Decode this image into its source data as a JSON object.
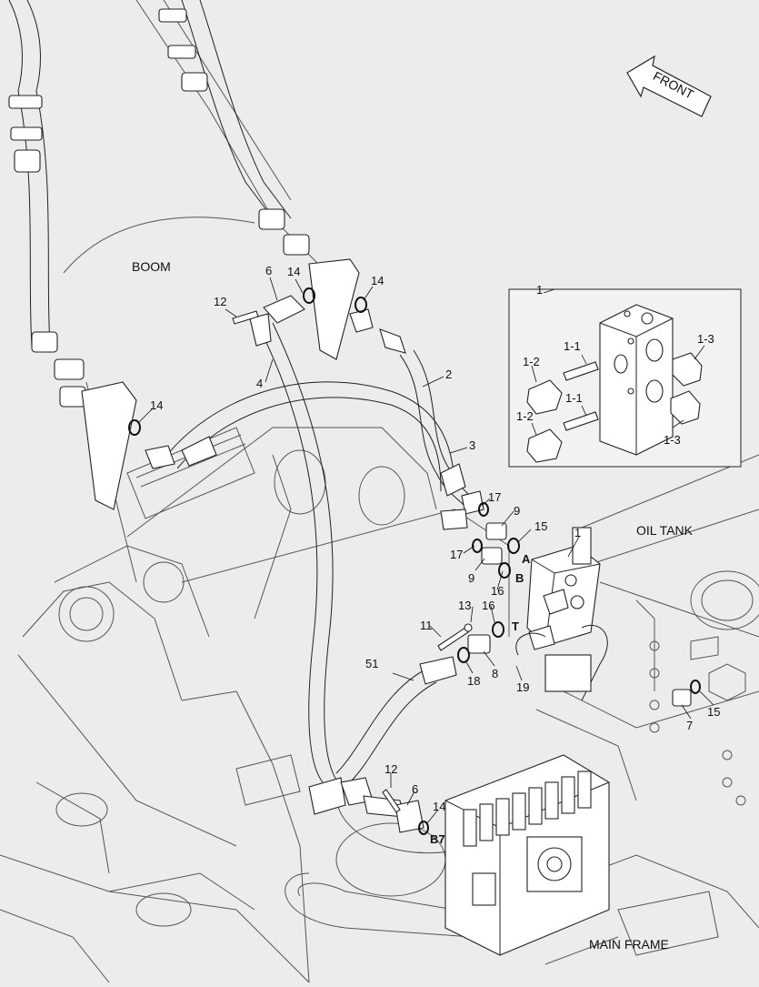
{
  "labels": {
    "boom": "BOOM",
    "oil_tank": "OIL TANK",
    "main_frame": "MAIN FRAME",
    "front": "FRONT"
  },
  "callouts": [
    {
      "id": "c1",
      "text": "1"
    },
    {
      "id": "c1b",
      "text": "1"
    },
    {
      "id": "c1_1a",
      "text": "1-1"
    },
    {
      "id": "c1_1b",
      "text": "1-1"
    },
    {
      "id": "c1_2a",
      "text": "1-2"
    },
    {
      "id": "c1_2b",
      "text": "1-2"
    },
    {
      "id": "c1_3a",
      "text": "1-3"
    },
    {
      "id": "c1_3b",
      "text": "1-3"
    },
    {
      "id": "c2",
      "text": "2"
    },
    {
      "id": "c3",
      "text": "3"
    },
    {
      "id": "c4",
      "text": "4"
    },
    {
      "id": "c6a",
      "text": "6"
    },
    {
      "id": "c6b",
      "text": "6"
    },
    {
      "id": "c7",
      "text": "7"
    },
    {
      "id": "c8",
      "text": "8"
    },
    {
      "id": "c9a",
      "text": "9"
    },
    {
      "id": "c9b",
      "text": "9"
    },
    {
      "id": "c11",
      "text": "11"
    },
    {
      "id": "c12a",
      "text": "12"
    },
    {
      "id": "c12b",
      "text": "12"
    },
    {
      "id": "c13",
      "text": "13"
    },
    {
      "id": "c14a",
      "text": "14"
    },
    {
      "id": "c14b",
      "text": "14"
    },
    {
      "id": "c14c",
      "text": "14"
    },
    {
      "id": "c14d",
      "text": "14"
    },
    {
      "id": "c15a",
      "text": "15"
    },
    {
      "id": "c15b",
      "text": "15"
    },
    {
      "id": "c16a",
      "text": "16"
    },
    {
      "id": "c16b",
      "text": "16"
    },
    {
      "id": "c17a",
      "text": "17"
    },
    {
      "id": "c17b",
      "text": "17"
    },
    {
      "id": "c18",
      "text": "18"
    },
    {
      "id": "c19",
      "text": "19"
    },
    {
      "id": "c51",
      "text": "51"
    }
  ],
  "ports": [
    {
      "id": "pA",
      "text": "A"
    },
    {
      "id": "pB",
      "text": "B"
    },
    {
      "id": "pT",
      "text": "T"
    },
    {
      "id": "pB7",
      "text": "B7"
    }
  ]
}
